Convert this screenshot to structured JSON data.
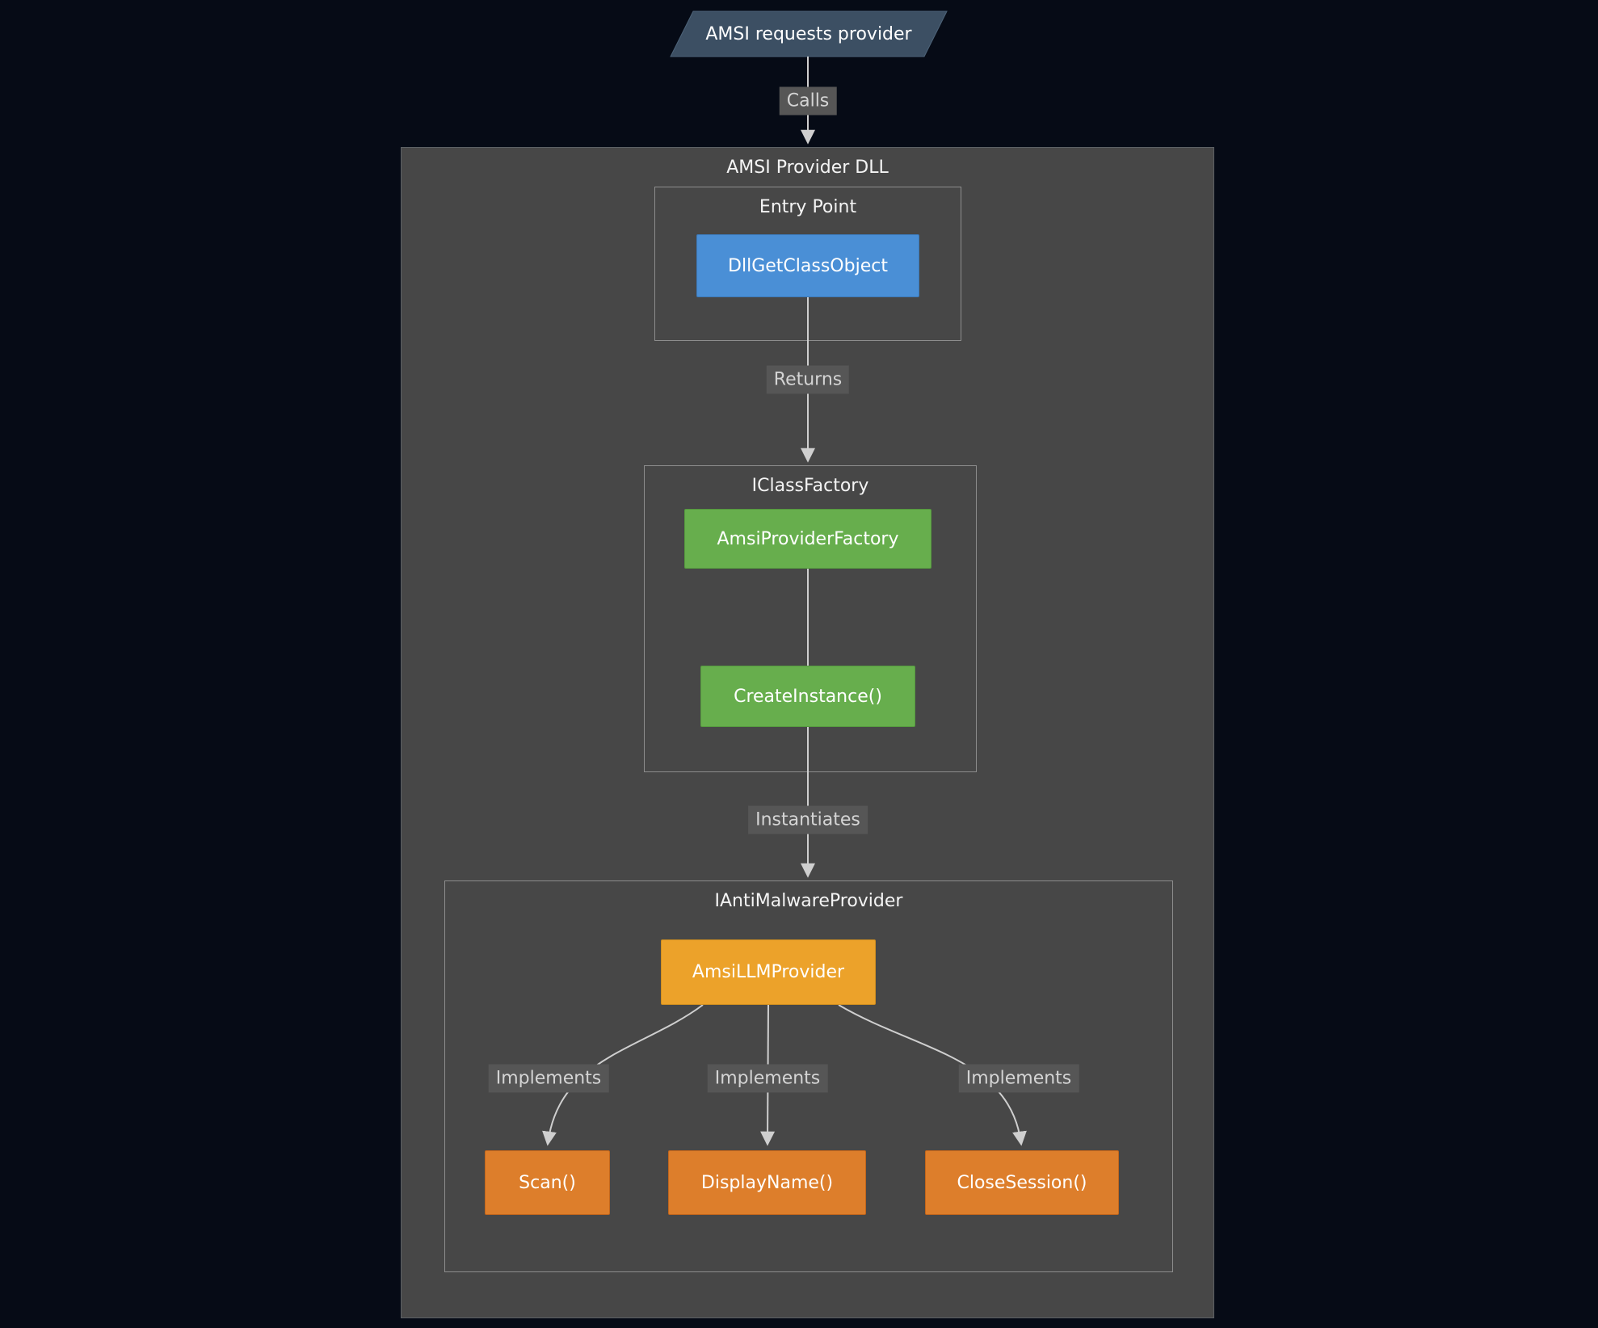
{
  "diagram": {
    "type": "flowchart",
    "start_node": {
      "label": "AMSI requests provider",
      "shape": "parallelogram"
    },
    "clusters": {
      "provider_dll": {
        "title": "AMSI Provider DLL"
      },
      "entry_point": {
        "title": "Entry Point"
      },
      "class_factory": {
        "title": "IClassFactory"
      },
      "antimalware_provider": {
        "title": "IAntiMalwareProvider"
      }
    },
    "nodes": {
      "dll_get_class_object": {
        "label": "DllGetClassObject",
        "color": "#4a8fd6"
      },
      "amsi_provider_factory": {
        "label": "AmsiProviderFactory",
        "color": "#67ae4d"
      },
      "create_instance": {
        "label": "CreateInstance()",
        "color": "#67ae4d"
      },
      "amsi_llm_provider": {
        "label": "AmsiLLMProvider",
        "color": "#eca22a"
      },
      "scan": {
        "label": "Scan()",
        "color": "#dd7e2b"
      },
      "display_name": {
        "label": "DisplayName()",
        "color": "#dd7e2b"
      },
      "close_session": {
        "label": "CloseSession()",
        "color": "#dd7e2b"
      }
    },
    "edge_labels": {
      "calls": "Calls",
      "returns": "Returns",
      "instantiates": "Instantiates",
      "implements_scan": "Implements",
      "implements_display_name": "Implements",
      "implements_close_session": "Implements"
    },
    "colors": {
      "background": "#060b16",
      "start_node_fill": "#3c4f63",
      "cluster_fill": "#474747",
      "cluster_border_outer": "#5d6165",
      "cluster_border_inner": "#8d8d8d",
      "edge_line": "#cfcfcf",
      "edge_label_bg": "#565656",
      "edge_label_text": "#d4d4d4",
      "node_text": "#ffffff"
    }
  }
}
